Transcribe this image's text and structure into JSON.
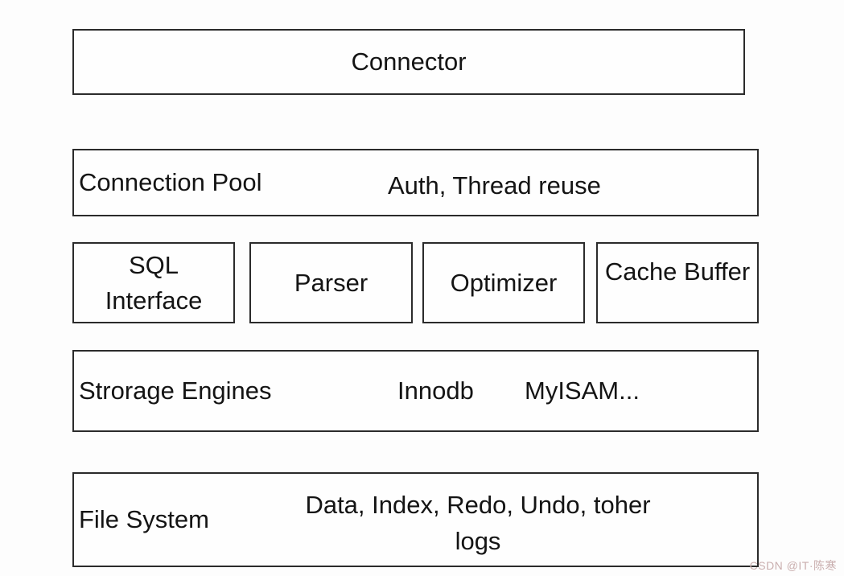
{
  "layers": {
    "connector": {
      "label": "Connector"
    },
    "connection_pool": {
      "label": "Connection Pool",
      "detail": "Auth, Thread reuse"
    },
    "services": [
      {
        "label": "SQL Interface"
      },
      {
        "label": "Parser"
      },
      {
        "label": "Optimizer"
      },
      {
        "label": "Cache Buffer"
      }
    ],
    "storage_engines": {
      "label": "Strorage Engines",
      "engine_1": "Innodb",
      "engine_2": "MyISAM..."
    },
    "file_system": {
      "label": "File System",
      "detail": "Data, Index, Redo, Undo, toher logs"
    }
  },
  "watermark": {
    "text": "CSDN @IT·陈寒"
  },
  "colors": {
    "border": "#2b2b2b",
    "background": "#fdfdfd",
    "text": "#141414",
    "watermark": "#c9aeae"
  }
}
